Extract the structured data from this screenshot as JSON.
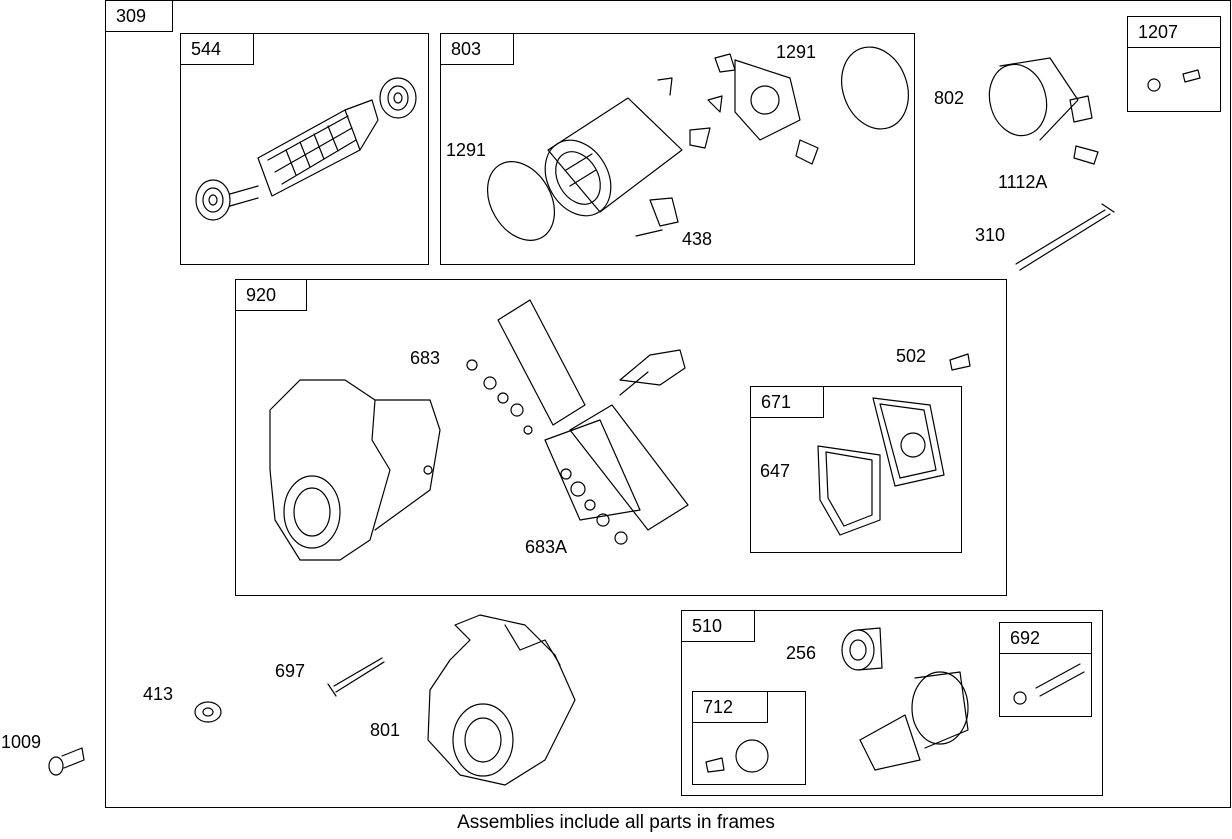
{
  "frames": {
    "f309": "309",
    "f544": "544",
    "f803": "803",
    "f1207": "1207",
    "f920": "920",
    "f671": "671",
    "f510": "510",
    "f712": "712",
    "f692": "692"
  },
  "labels": {
    "l1291a": "1291",
    "l1291b": "1291",
    "l438": "438",
    "l802": "802",
    "l1112A": "1112A",
    "l310": "310",
    "l683": "683",
    "l683A": "683A",
    "l502": "502",
    "l647": "647",
    "l697": "697",
    "l413": "413",
    "l801": "801",
    "l1009": "1009",
    "l256": "256"
  },
  "caption": "Assemblies include all parts in frames"
}
